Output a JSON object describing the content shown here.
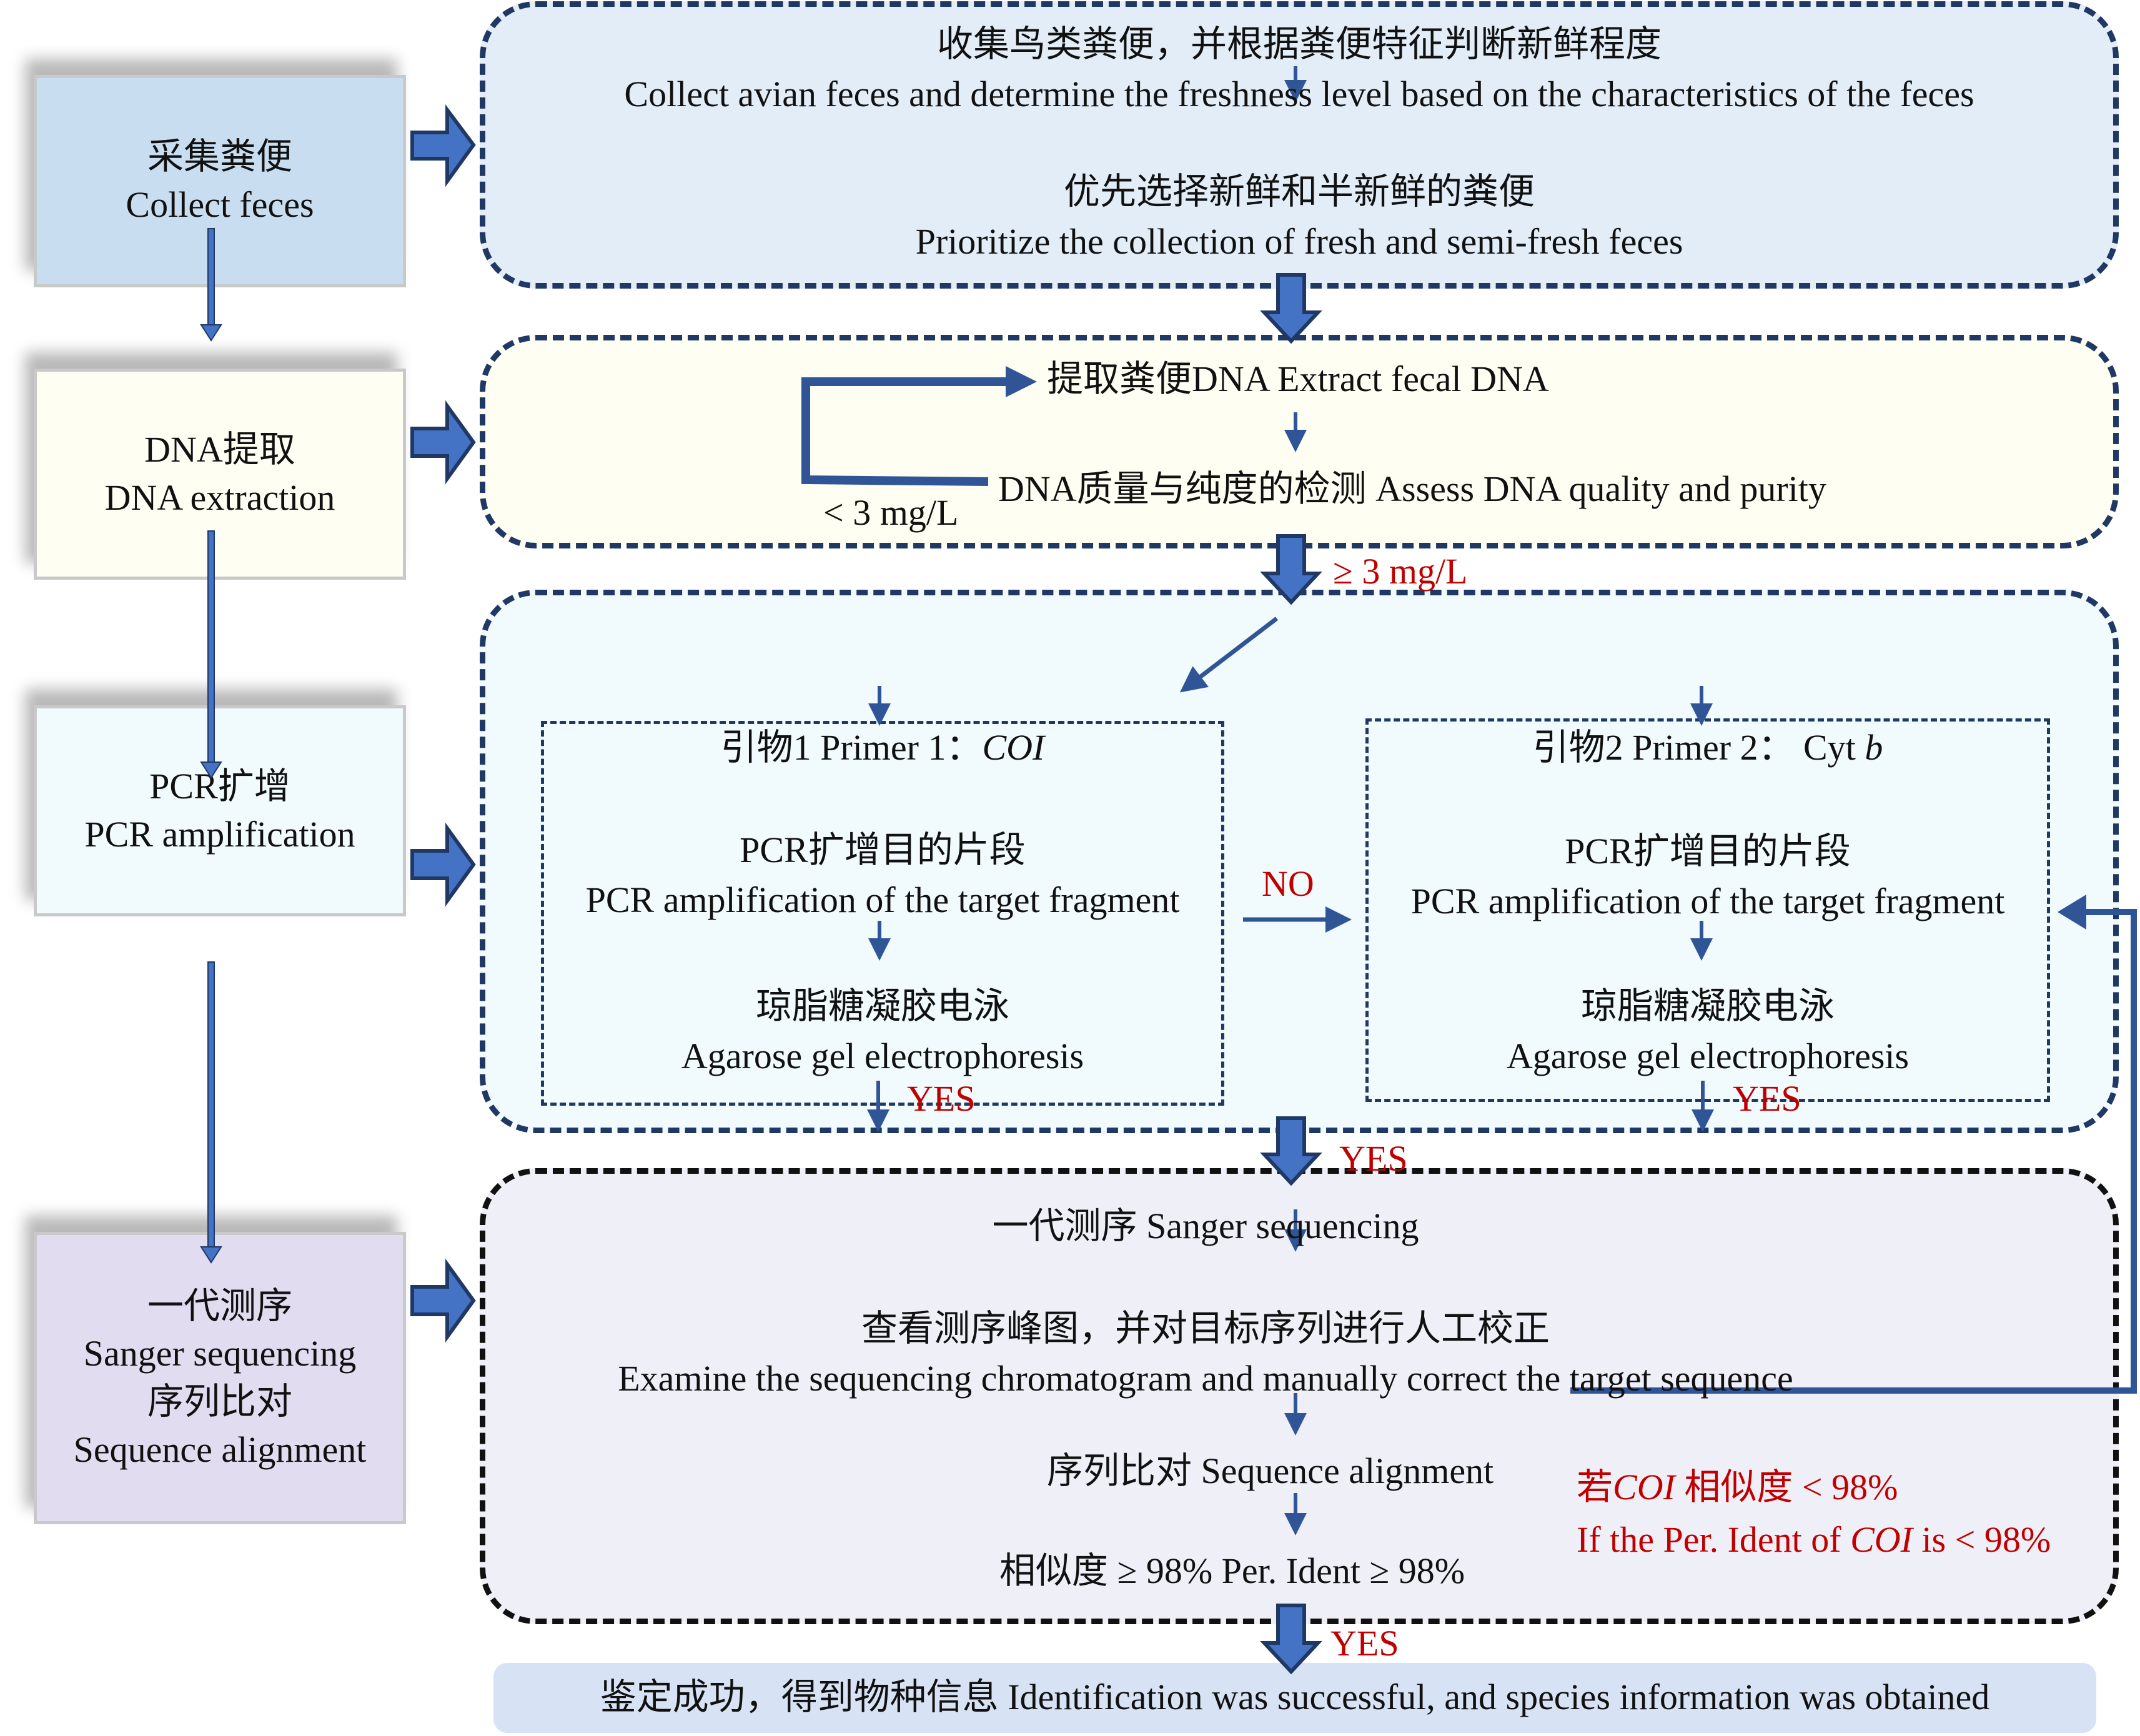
{
  "steps": [
    {
      "zh": "采集粪便",
      "en": "Collect feces"
    },
    {
      "zh": "DNA提取",
      "en": "DNA extraction"
    },
    {
      "zh": "PCR扩增",
      "en": "PCR amplification"
    },
    {
      "zh": "一代测序",
      "en": "Sanger sequencing",
      "zh2": "序列比对",
      "en2": "Sequence alignment"
    }
  ],
  "collect": {
    "line1_zh": "收集鸟类粪便，并根据粪便特征判断新鲜程度",
    "line1_en": "Collect avian feces and determine the freshness level based on the characteristics of the feces",
    "line2_zh": "优先选择新鲜和半新鲜的粪便",
    "line2_en": "Prioritize the collection of fresh and semi-fresh feces"
  },
  "extraction": {
    "extract": "提取粪便DNA Extract fecal DNA",
    "assess": "DNA质量与纯度的检测 Assess DNA quality and purity",
    "low_label": "< 3 mg/L",
    "pass_label": "≥ 3 mg/L"
  },
  "pcr": {
    "primer1_prefix": "引物1 Primer 1：",
    "primer1_gene": "COI",
    "primer2_prefix": "引物2 Primer 2：  Cyt ",
    "primer2_gene": "b",
    "amp_zh": "PCR扩增目的片段",
    "amp_en": "PCR amplification of the target fragment",
    "gel_zh": "琼脂糖凝胶电泳",
    "gel_en": "Agarose gel electrophoresis",
    "no_label": "NO",
    "yes_label": "YES"
  },
  "sequencing": {
    "sanger": "一代测序 Sanger sequencing",
    "examine_zh": "查看测序峰图，并对目标序列进行人工校正",
    "examine_en": "Examine the sequencing chromatogram and manually correct the target sequence",
    "align": "序列比对 Sequence alignment",
    "ident": "相似度 ≥ 98% Per. Ident ≥ 98%",
    "fail_zh_prefix": "若",
    "fail_gene": "COI",
    "fail_zh_suffix": " 相似度 < 98%",
    "fail_en_prefix": "If the Per. Ident of ",
    "fail_en_suffix": " is < 98%"
  },
  "result": {
    "text": "鉴定成功，得到物种信息 Identification was successful, and species information was obtained"
  },
  "colors": {
    "arrow_blue": "#4472c4",
    "arrow_outline": "#1f3864",
    "line_blue": "#2f5597",
    "label_red": "#c00000"
  }
}
